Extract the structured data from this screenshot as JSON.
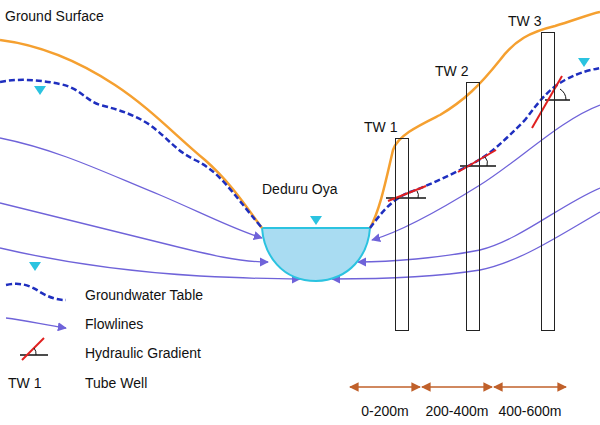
{
  "diagram": {
    "nodes": [
      {
        "text": [
          "TW 1"
        ]
      },
      {
        "text": [
          "TW 2"
        ]
      },
      {
        "text": [
          "TW 3"
        ]
      }
    ],
    "labels": [
      "Ground Surface",
      "Deduru Oya",
      "TW 1",
      "0-200m",
      "200-400m",
      "400-600m"
    ],
    "legend": [
      {
        "text": "Groundwater Table"
      },
      {
        "text": "Flowlines"
      },
      {
        "text": "Hydraulic Gradient"
      },
      {
        "text": "Tube Well"
      }
    ]
  }
}
